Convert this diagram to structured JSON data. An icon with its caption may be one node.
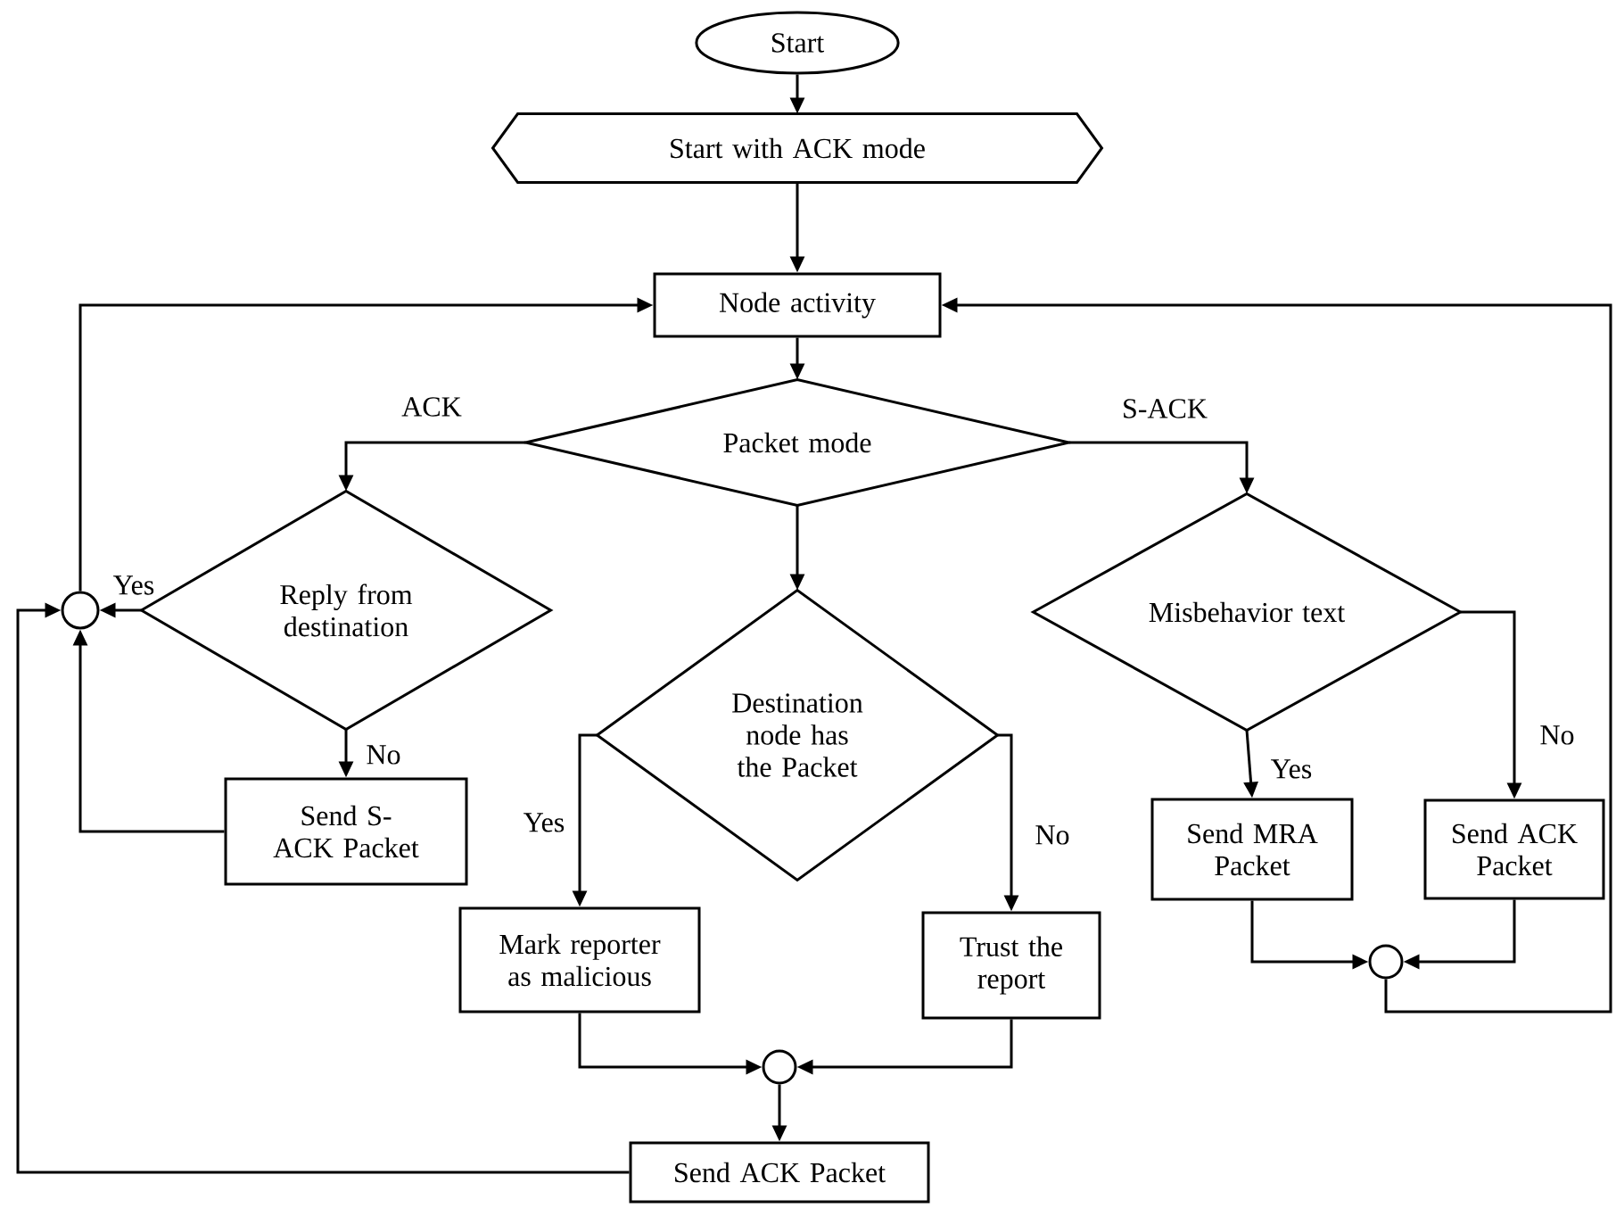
{
  "diagram": {
    "nodes": [
      {
        "text": [
          "Start"
        ]
      },
      {
        "text": [
          "Start with ACK mode"
        ]
      },
      {
        "text": [
          "Node activity"
        ]
      },
      {
        "text": [
          "Packet mode"
        ]
      },
      {
        "text": [
          "Reply from destination"
        ]
      },
      {
        "text": [],
        "shape": "circle"
      },
      {
        "text": [
          "Send S-ACK Packet"
        ]
      },
      {
        "text": [
          "Destination node has the Packet"
        ]
      },
      {
        "text": [
          "Mark reporter as malicious"
        ]
      },
      {
        "text": [
          "Trust the report"
        ]
      },
      {
        "text": [],
        "shape": "circle"
      },
      {
        "text": [
          "Send ACK Packet"
        ]
      },
      {
        "text": [
          "Misbehavior text"
        ]
      },
      {
        "text": [
          "Send MRA Packet"
        ]
      },
      {
        "text": [
          "Send ACK Packet"
        ]
      },
      {
        "text": [],
        "shape": "circle"
      }
    ],
    "edges": [
      {
        "from": 0,
        "to": 1,
        "arrow": "to"
      },
      {
        "from": 1,
        "to": 2,
        "arrow": "to"
      },
      {
        "from": 2,
        "to": 3,
        "arrow": "to"
      },
      {
        "from": 3,
        "to": 4,
        "arrow": "to",
        "label": "ACK"
      },
      {
        "from": 3,
        "to": 7,
        "arrow": "to"
      },
      {
        "from": 3,
        "to": 12,
        "arrow": "to",
        "label": "S-ACK"
      },
      {
        "from": 4,
        "to": 5,
        "arrow": "to",
        "label": "Yes"
      },
      {
        "from": 4,
        "to": 6,
        "arrow": "to",
        "label": "No"
      },
      {
        "from": 6,
        "to": 5,
        "arrow": "to"
      },
      {
        "from": 5,
        "to": 2,
        "arrow": "to"
      },
      {
        "from": 7,
        "to": 8,
        "arrow": "to",
        "label": "Yes"
      },
      {
        "from": 7,
        "to": 9,
        "arrow": "to",
        "label": "No"
      },
      {
        "from": 8,
        "to": 10,
        "arrow": "to"
      },
      {
        "from": 9,
        "to": 10,
        "arrow": "to"
      },
      {
        "from": 10,
        "to": 11,
        "arrow": "to"
      },
      {
        "from": 11,
        "to": 5,
        "arrow": "to"
      },
      {
        "from": 12,
        "to": 13,
        "arrow": "to",
        "label": "Yes"
      },
      {
        "from": 12,
        "to": 14,
        "arrow": "to",
        "label": "No"
      },
      {
        "from": 13,
        "to": 15,
        "arrow": "to"
      },
      {
        "from": 14,
        "to": 15,
        "arrow": "to"
      },
      {
        "from": 15,
        "to": 2,
        "arrow": "to"
      }
    ]
  }
}
